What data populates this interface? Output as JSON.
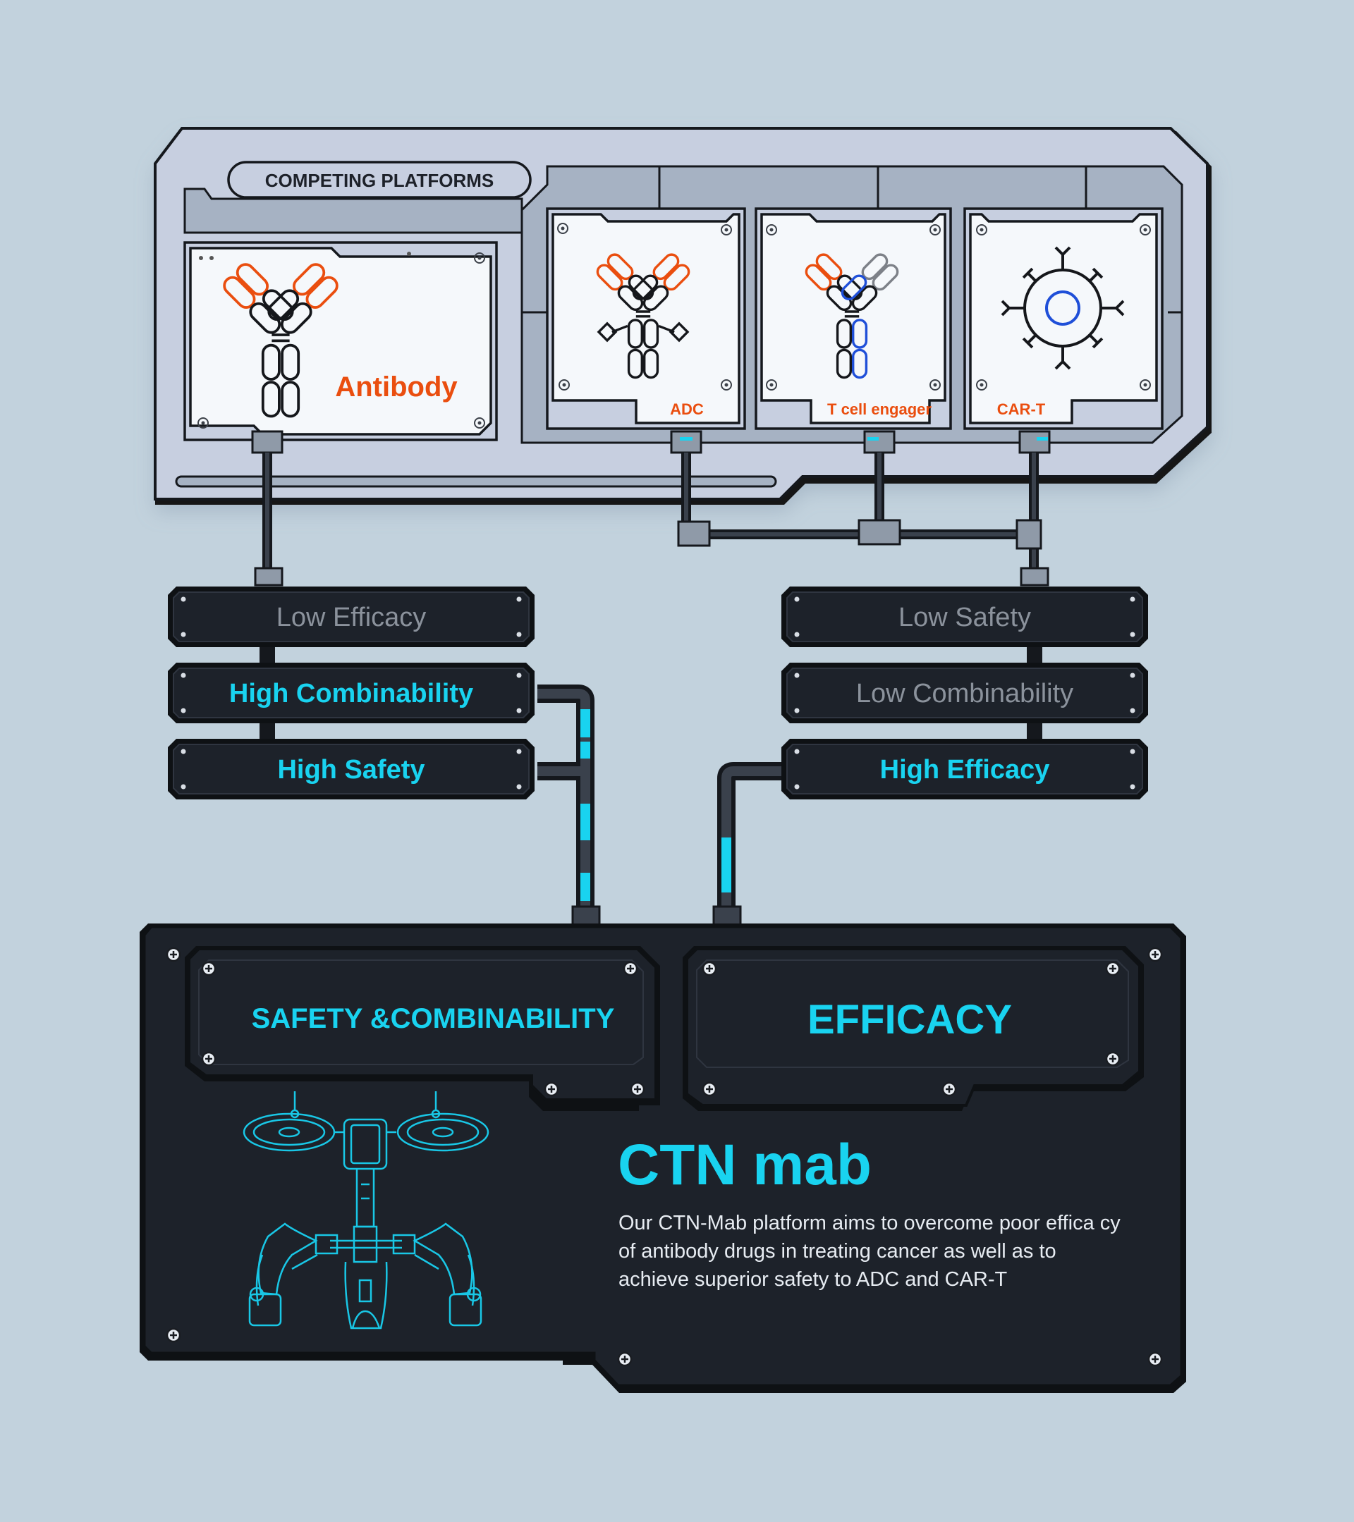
{
  "header": {
    "label": "COMPETING PLATFORMS"
  },
  "platforms": {
    "antibody": "Antibody",
    "adc": "ADC",
    "tce": "T cell engager",
    "cart": "CAR-T"
  },
  "left_traits": [
    {
      "label": "Low Efficacy",
      "status": "negative"
    },
    {
      "label": "High Combinability",
      "status": "positive"
    },
    {
      "label": "High Safety",
      "status": "positive"
    }
  ],
  "right_traits": [
    {
      "label": "Low Safety",
      "status": "negative"
    },
    {
      "label": "Low Combinability",
      "status": "negative"
    },
    {
      "label": "High Efficacy",
      "status": "positive"
    }
  ],
  "outcomes": {
    "left": "SAFETY &COMBINABILITY",
    "right": "EFFICACY"
  },
  "product": {
    "title": "CTN mab",
    "description": "Our CTN-Mab platform aims to overcome poor effica cy of antibody drugs in treating cancer as well as to achieve superior safety to ADC and CAR-T"
  },
  "colors": {
    "background": "#c2d2dd",
    "panel": "#c7cfe0",
    "dark_panel": "#1d222a",
    "accent_cyan": "#19d3f0",
    "accent_orange": "#ea4e0f",
    "muted_text": "#8b929c",
    "blue": "#1f4fd8"
  }
}
